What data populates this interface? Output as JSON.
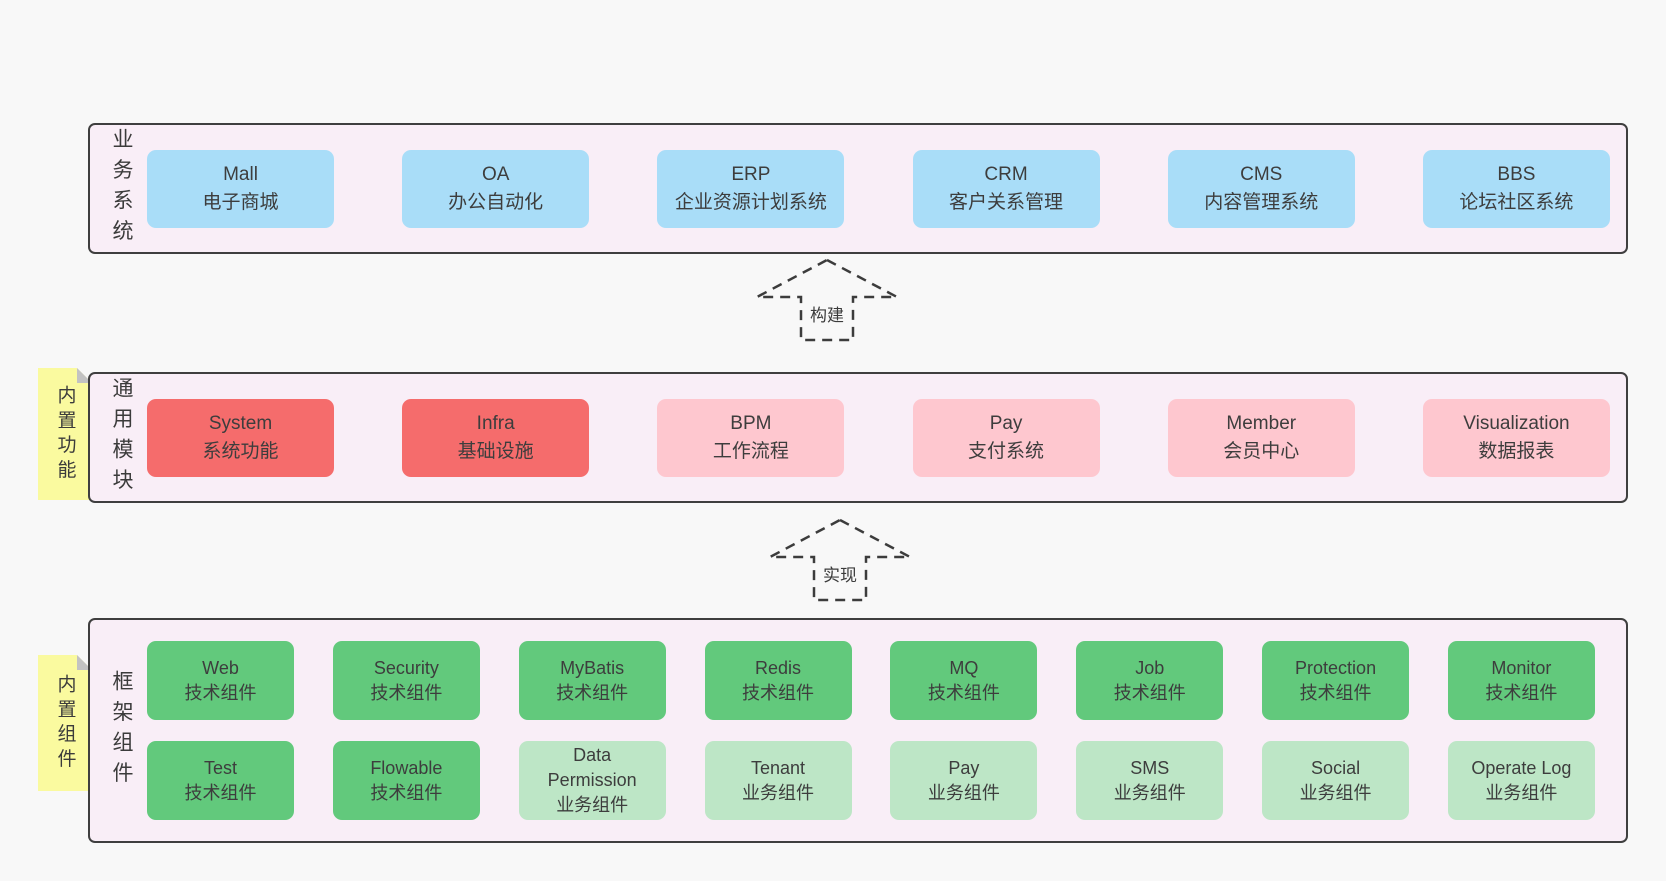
{
  "colors": {
    "page_background": "#f8f8f8",
    "layer_background": "#f9eef7",
    "layer_border": "#3f3f3f",
    "business_box_blue": "#a9ddf8",
    "core_module_red": "#f56c6c",
    "module_pink": "#fec7cf",
    "tech_component_green": "#62c97c",
    "biz_component_lightgreen": "#bde6c6",
    "sticky_yellow": "#fafa9f",
    "text": "#3b3b3b"
  },
  "arrows": [
    {
      "label": "构建"
    },
    {
      "label": "实现"
    }
  ],
  "layers": [
    {
      "label": "业务系统",
      "boxes": [
        {
          "title": "Mall",
          "subtitle": "电子商城"
        },
        {
          "title": "OA",
          "subtitle": "办公自动化"
        },
        {
          "title": "ERP",
          "subtitle": "企业资源计划系统"
        },
        {
          "title": "CRM",
          "subtitle": "客户关系管理"
        },
        {
          "title": "CMS",
          "subtitle": "内容管理系统"
        },
        {
          "title": "BBS",
          "subtitle": "论坛社区系统"
        }
      ]
    },
    {
      "label": "通用模块",
      "sticky": "内置功能",
      "boxes": [
        {
          "title": "System",
          "subtitle": "系统功能"
        },
        {
          "title": "Infra",
          "subtitle": "基础设施"
        },
        {
          "title": "BPM",
          "subtitle": "工作流程"
        },
        {
          "title": "Pay",
          "subtitle": "支付系统"
        },
        {
          "title": "Member",
          "subtitle": "会员中心"
        },
        {
          "title": "Visualization",
          "subtitle": "数据报表"
        }
      ]
    },
    {
      "label": "框架组件",
      "sticky": "内置组件",
      "rows": [
        [
          {
            "title": "Web",
            "subtitle": "技术组件"
          },
          {
            "title": "Security",
            "subtitle": "技术组件"
          },
          {
            "title": "MyBatis",
            "subtitle": "技术组件"
          },
          {
            "title": "Redis",
            "subtitle": "技术组件"
          },
          {
            "title": "MQ",
            "subtitle": "技术组件"
          },
          {
            "title": "Job",
            "subtitle": "技术组件"
          },
          {
            "title": "Protection",
            "subtitle": "技术组件"
          },
          {
            "title": "Monitor",
            "subtitle": "技术组件"
          }
        ],
        [
          {
            "title": "Test",
            "subtitle": "技术组件"
          },
          {
            "title": "Flowable",
            "subtitle": "技术组件"
          },
          {
            "title": "Data Permission",
            "subtitle": "业务组件"
          },
          {
            "title": "Tenant",
            "subtitle": "业务组件"
          },
          {
            "title": "Pay",
            "subtitle": "业务组件"
          },
          {
            "title": "SMS",
            "subtitle": "业务组件"
          },
          {
            "title": "Social",
            "subtitle": "业务组件"
          },
          {
            "title": "Operate Log",
            "subtitle": "业务组件"
          }
        ]
      ]
    }
  ]
}
